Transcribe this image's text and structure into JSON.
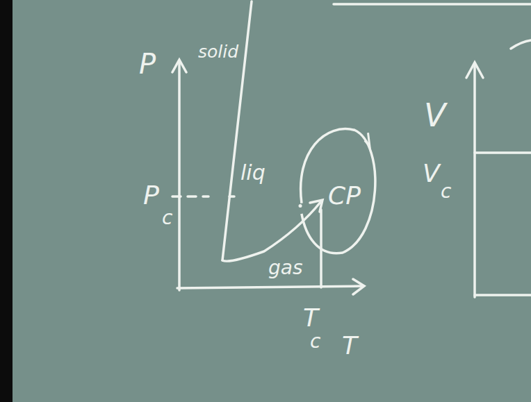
{
  "diagram": {
    "nodes": [
      {
        "text": [
          "CP"
        ]
      }
    ],
    "labels": [
      "P",
      "solid",
      "P",
      "c",
      "liq",
      "gas",
      "T",
      "c",
      "T",
      "V",
      "V",
      "c"
    ]
  }
}
